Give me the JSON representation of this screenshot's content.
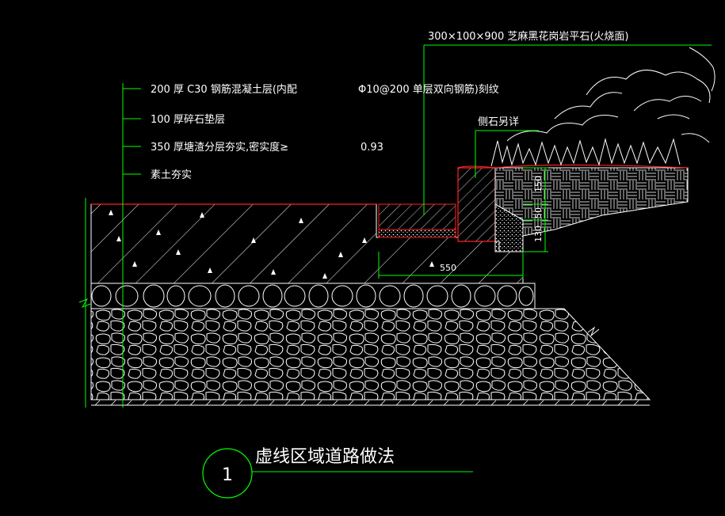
{
  "drawing": {
    "callouts_left": {
      "line1": "200 厚 C30 钢筋混凝土层(内配",
      "line1_cont": "Φ10@200 单层双向钢筋)刻纹",
      "line2": "100 厚碎石垫层",
      "line3": "350 厚塘渣分层夯实,密实度≥",
      "line3_value": "0.93",
      "line4": "素土夯实"
    },
    "callout_top": "300×100×900  芝麻黑花岗岩平石(火烧面)",
    "callout_curb": "侧石另详",
    "dimensions": {
      "width": "550",
      "h1": "150",
      "h2": "50",
      "h3": "130"
    },
    "title": {
      "number": "1",
      "text": "虚线区域道路做法"
    }
  },
  "colors": {
    "background": "#000000",
    "lines": "#ffffff",
    "leader": "#00ff00",
    "red": "#ff2020"
  }
}
